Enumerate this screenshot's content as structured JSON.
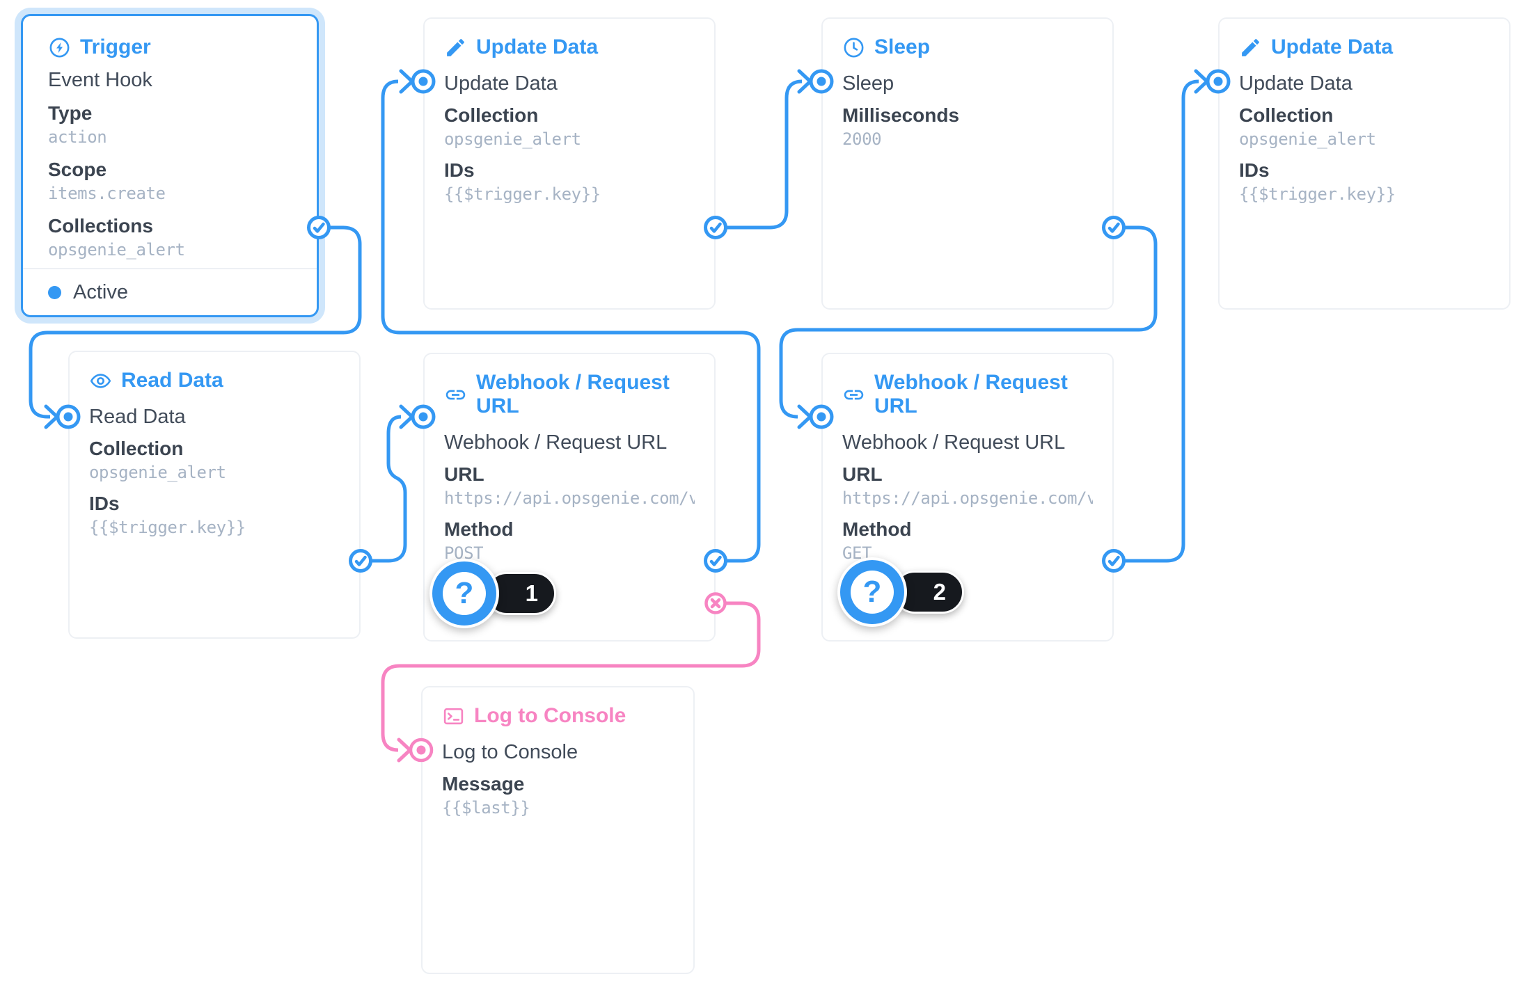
{
  "colors": {
    "primary": "#3498f3",
    "pink": "#f784c2",
    "selection": "#cfe6fb",
    "card_border": "#edf0f4",
    "text": "#414b59",
    "label": "#3b4450",
    "value": "#a6b3c4",
    "badge_bg": "#16191e"
  },
  "cards": {
    "trigger": {
      "icon": "bolt-circle-icon",
      "title": "Trigger",
      "trigger_type": "Event Hook",
      "fields": [
        {
          "label": "Type",
          "value": "action"
        },
        {
          "label": "Scope",
          "value": "items.create"
        },
        {
          "label": "Collections",
          "value": "opsgenie_alert"
        }
      ],
      "status": "Active"
    },
    "update1": {
      "icon": "pencil-icon",
      "title": "Update Data",
      "name": "Update Data",
      "fields": [
        {
          "label": "Collection",
          "value": "opsgenie_alert"
        },
        {
          "label": "IDs",
          "value": "{{$trigger.key}}"
        }
      ]
    },
    "sleep": {
      "icon": "clock-icon",
      "title": "Sleep",
      "name": "Sleep",
      "fields": [
        {
          "label": "Milliseconds",
          "value": "2000"
        }
      ]
    },
    "update2": {
      "icon": "pencil-icon",
      "title": "Update Data",
      "name": "Update Data",
      "fields": [
        {
          "label": "Collection",
          "value": "opsgenie_alert"
        },
        {
          "label": "IDs",
          "value": "{{$trigger.key}}"
        }
      ]
    },
    "read": {
      "icon": "eye-icon",
      "title": "Read Data",
      "name": "Read Data",
      "fields": [
        {
          "label": "Collection",
          "value": "opsgenie_alert"
        },
        {
          "label": "IDs",
          "value": "{{$trigger.key}}"
        }
      ]
    },
    "webhook1": {
      "icon": "link-icon",
      "title": "Webhook / Request URL",
      "name": "Webhook / Request URL",
      "fields": [
        {
          "label": "URL",
          "value": "https://api.opsgenie.com/v…"
        },
        {
          "label": "Method",
          "value": "POST"
        }
      ],
      "badge": {
        "symbol": "?",
        "count": "1"
      }
    },
    "webhook2": {
      "icon": "link-icon",
      "title": "Webhook / Request URL",
      "name": "Webhook / Request URL",
      "fields": [
        {
          "label": "URL",
          "value": "https://api.opsgenie.com/v…"
        },
        {
          "label": "Method",
          "value": "GET"
        }
      ],
      "badge": {
        "symbol": "?",
        "count": "2"
      }
    },
    "log": {
      "icon": "terminal-icon",
      "title": "Log to Console",
      "name": "Log to Console",
      "fields": [
        {
          "label": "Message",
          "value": "{{$last}}"
        }
      ]
    }
  },
  "edges": [
    {
      "from": "trigger",
      "output": "resolve",
      "to": "read-data"
    },
    {
      "from": "read-data",
      "output": "resolve",
      "to": "webhook-post"
    },
    {
      "from": "webhook-post",
      "output": "resolve",
      "to": "update-data-1"
    },
    {
      "from": "update-data-1",
      "output": "resolve",
      "to": "sleep"
    },
    {
      "from": "sleep",
      "output": "resolve",
      "to": "webhook-get"
    },
    {
      "from": "webhook-get",
      "output": "resolve",
      "to": "update-data-2"
    },
    {
      "from": "webhook-post",
      "output": "reject",
      "to": "log-to-console"
    }
  ]
}
